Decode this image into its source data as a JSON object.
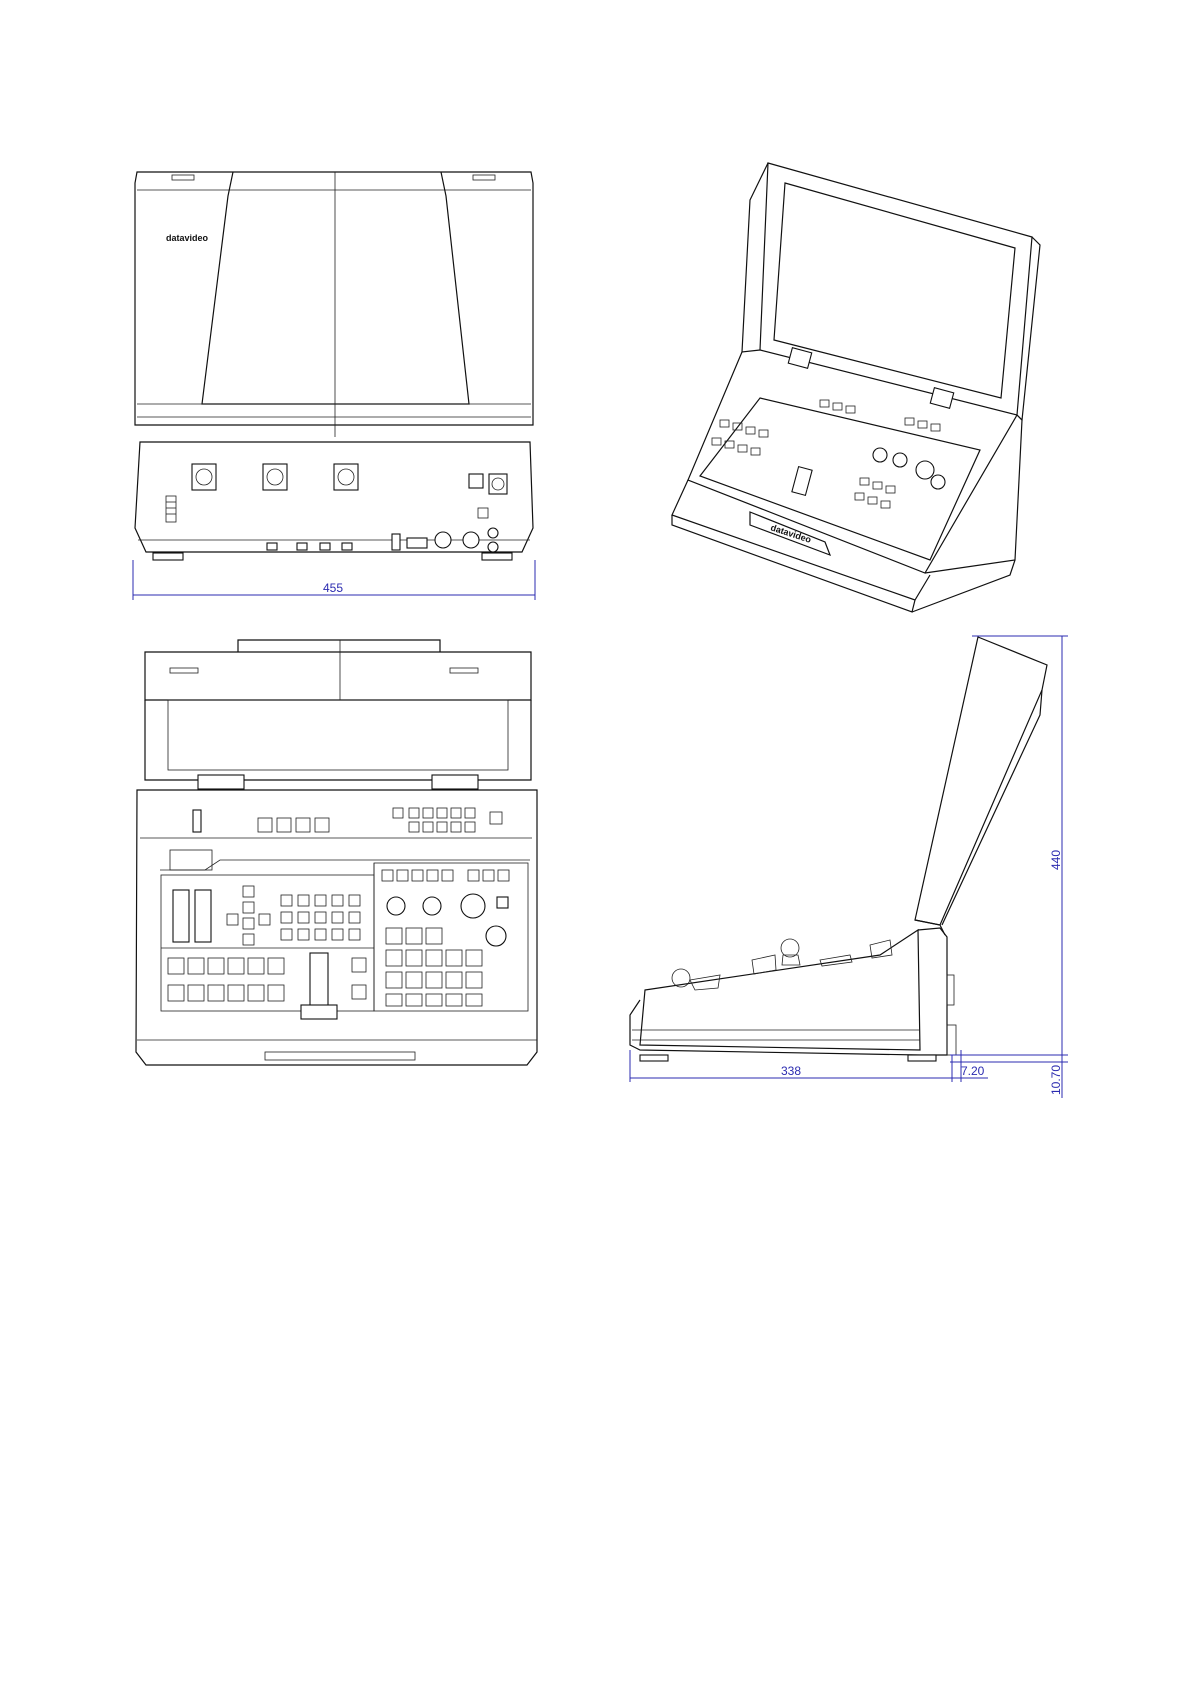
{
  "brand_logo": "datavideo",
  "dimensions": {
    "front_width": "455",
    "side_depth": "338",
    "side_offset": "7.20",
    "side_height": "440",
    "side_foot": "10.70"
  },
  "colors": {
    "line": "#111111",
    "dimension": "#2b2bb0",
    "background": "#ffffff"
  }
}
